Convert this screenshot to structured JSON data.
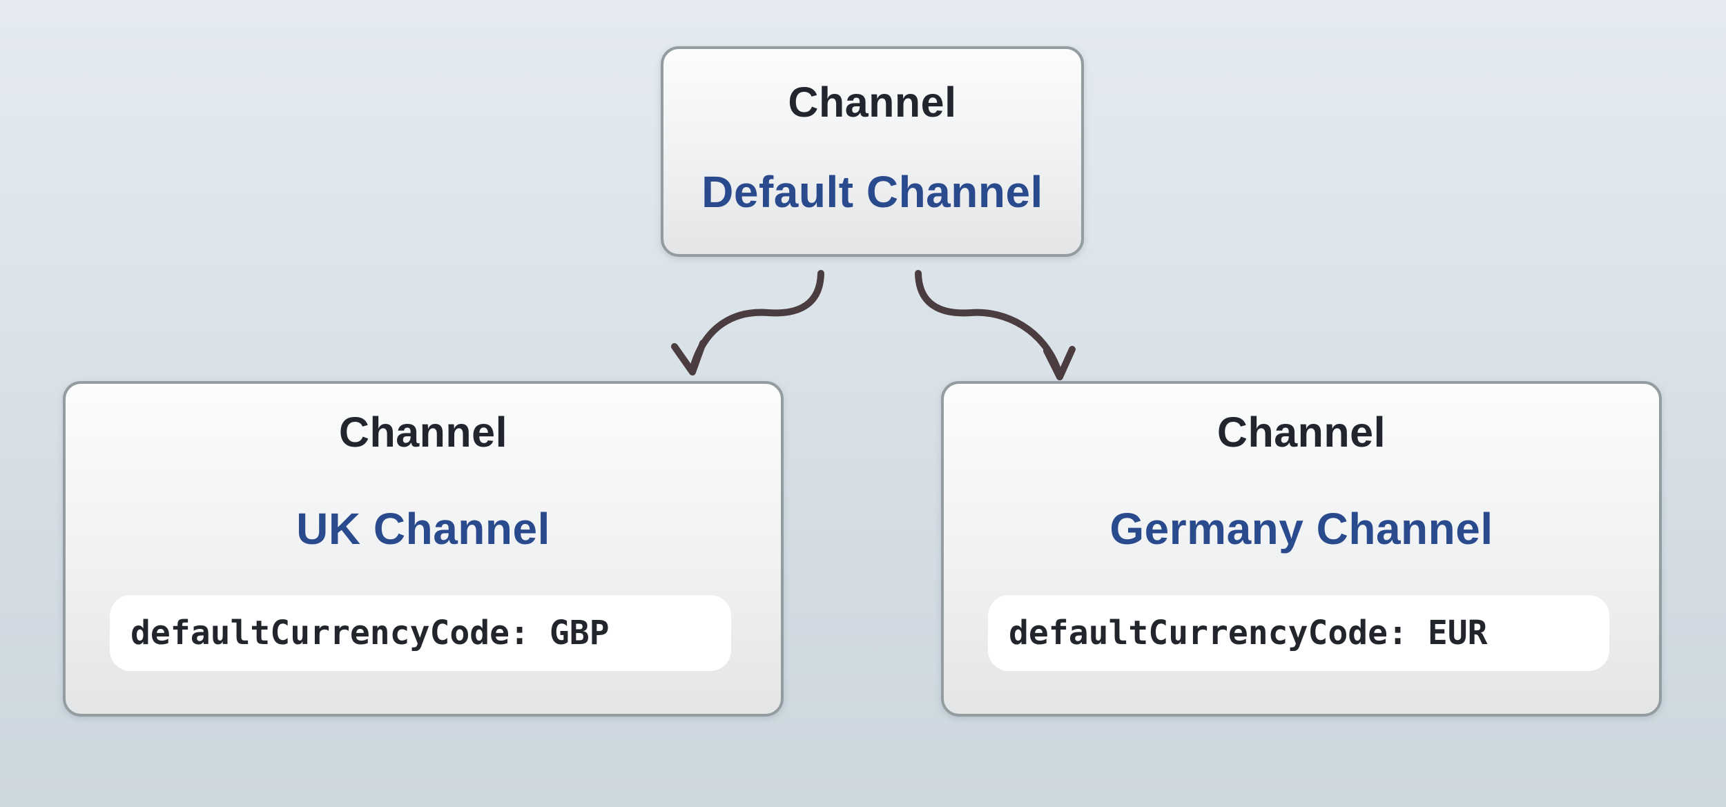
{
  "nodes": {
    "root": {
      "type": "Channel",
      "name": "Default Channel"
    },
    "uk": {
      "type": "Channel",
      "name": "UK Channel",
      "attribute": "defaultCurrencyCode: GBP"
    },
    "germany": {
      "type": "Channel",
      "name": "Germany Channel",
      "attribute": "defaultCurrencyCode: EUR"
    }
  },
  "icons": {
    "left_connector": "curved-arrow-down-left",
    "right_connector": "curved-arrow-down-right"
  },
  "colors": {
    "bg_top": "#e4eaf0",
    "bg_mid": "#dde5eb",
    "bg_low": "#d3dce3",
    "bg_bottom": "#cdd7de",
    "node_fill_top": "#fbfcfc",
    "node_fill_mid": "#f0f1f2",
    "node_fill_bottom": "#e4e5e7",
    "node_border": "#939c9f",
    "type_label": "#22252e",
    "name_label": "#2a4a8e",
    "attribute_bg": "#ffffff",
    "attribute_text": "#22252c",
    "arrow": "#4b3d3f"
  }
}
